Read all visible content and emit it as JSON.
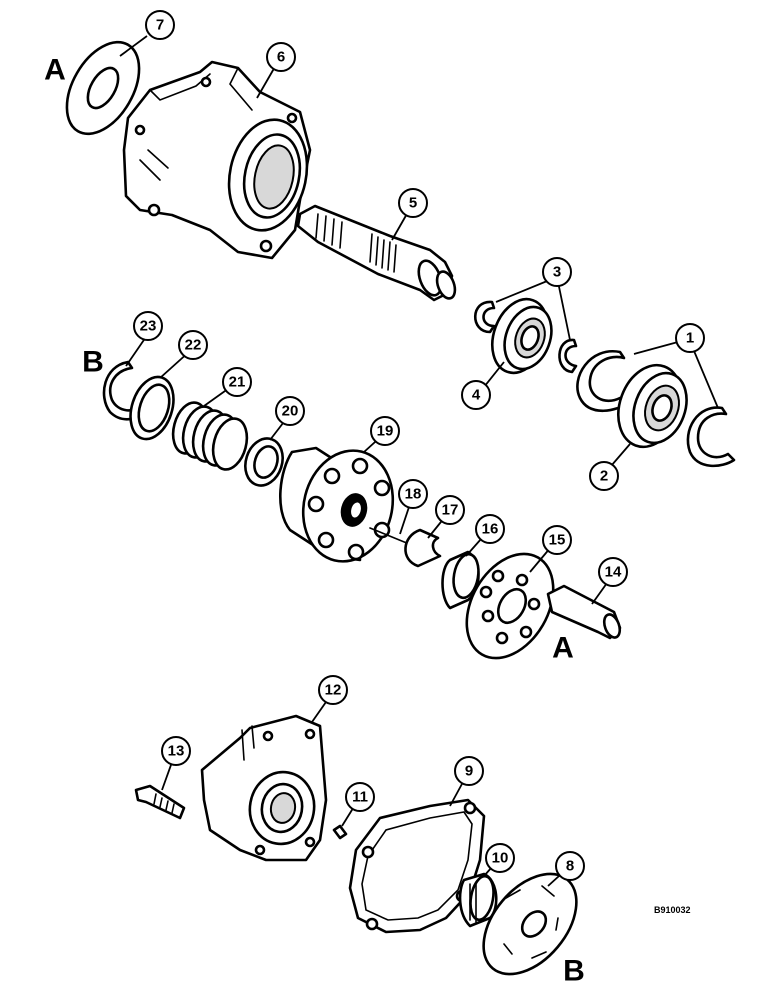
{
  "figure_code": "B910032",
  "reference_letters": {
    "a_top": "A",
    "b_mid": "B",
    "a_mid": "A",
    "b_bottom": "B"
  },
  "callouts": [
    {
      "id": "c1",
      "label": "1"
    },
    {
      "id": "c2",
      "label": "2"
    },
    {
      "id": "c3",
      "label": "3"
    },
    {
      "id": "c4",
      "label": "4"
    },
    {
      "id": "c5",
      "label": "5"
    },
    {
      "id": "c6",
      "label": "6"
    },
    {
      "id": "c7",
      "label": "7"
    },
    {
      "id": "c8",
      "label": "8"
    },
    {
      "id": "c9",
      "label": "9"
    },
    {
      "id": "c10",
      "label": "10"
    },
    {
      "id": "c11",
      "label": "11"
    },
    {
      "id": "c12",
      "label": "12"
    },
    {
      "id": "c13",
      "label": "13"
    },
    {
      "id": "c14",
      "label": "14"
    },
    {
      "id": "c15",
      "label": "15"
    },
    {
      "id": "c16",
      "label": "16"
    },
    {
      "id": "c17",
      "label": "17"
    },
    {
      "id": "c18",
      "label": "18"
    },
    {
      "id": "c19",
      "label": "19"
    },
    {
      "id": "c20",
      "label": "20"
    },
    {
      "id": "c21",
      "label": "21"
    },
    {
      "id": "c22",
      "label": "22"
    },
    {
      "id": "c23",
      "label": "23"
    }
  ]
}
